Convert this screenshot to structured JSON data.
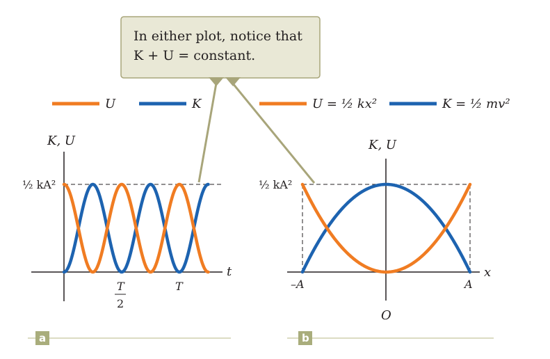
{
  "callout": {
    "line1": "In either plot, notice that",
    "line2": "K + U = constant."
  },
  "legend_a": [
    {
      "name": "U",
      "color": "#f07c22"
    },
    {
      "name": "K",
      "color": "#1d63b0"
    }
  ],
  "legend_b": [
    {
      "name": "U = ½ kx²",
      "color": "#f07c22"
    },
    {
      "name": "K = ½ mv²",
      "color": "#1d63b0"
    }
  ],
  "panel_a": {
    "badge": "a",
    "ylabel": "K, U",
    "xlabel": "t",
    "ymax_label": "½ kA²",
    "tick_half_num": "T",
    "tick_half_den": "2",
    "tick_T": "T"
  },
  "panel_b": {
    "badge": "b",
    "ylabel": "K, U",
    "xlabel": "x",
    "ymax_label": "½ kA²",
    "tick_left": "–A",
    "tick_right": "A",
    "origin": "O"
  },
  "colors": {
    "U": "#f07c22",
    "K": "#1d63b0",
    "callout_fill": "#e9e8d6",
    "callout_stroke": "#a8a57a",
    "badge": "#a9ad7c",
    "rule": "#cfd1ad"
  },
  "chart_data": [
    {
      "type": "line",
      "panel": "a",
      "xlabel": "t",
      "ylabel": "K, U",
      "x_ticks": [
        "T/2",
        "T"
      ],
      "y_max_label": "½ kA²",
      "series": [
        {
          "name": "U",
          "x": [
            0,
            0.125,
            0.25,
            0.375,
            0.5,
            0.625,
            0.75,
            0.875,
            1.0,
            1.125,
            1.25
          ],
          "y": [
            1,
            0.5,
            0,
            0.5,
            1,
            0.5,
            0,
            0.5,
            1,
            0.5,
            0
          ]
        },
        {
          "name": "K",
          "x": [
            0,
            0.125,
            0.25,
            0.375,
            0.5,
            0.625,
            0.75,
            0.875,
            1.0,
            1.125,
            1.25
          ],
          "y": [
            0,
            0.5,
            1,
            0.5,
            0,
            0.5,
            1,
            0.5,
            0,
            0.5,
            1
          ]
        }
      ]
    },
    {
      "type": "line",
      "panel": "b",
      "xlabel": "x",
      "ylabel": "K, U",
      "x_ticks": [
        "–A",
        "A"
      ],
      "y_max_label": "½ kA²",
      "series": [
        {
          "name": "U = ½ kx²",
          "x": [
            -1,
            -0.5,
            0,
            0.5,
            1
          ],
          "y": [
            1,
            0.25,
            0,
            0.25,
            1
          ]
        },
        {
          "name": "K = ½ mv²",
          "x": [
            -1,
            -0.5,
            0,
            0.5,
            1
          ],
          "y": [
            0,
            0.75,
            1,
            0.75,
            0
          ]
        }
      ]
    }
  ]
}
